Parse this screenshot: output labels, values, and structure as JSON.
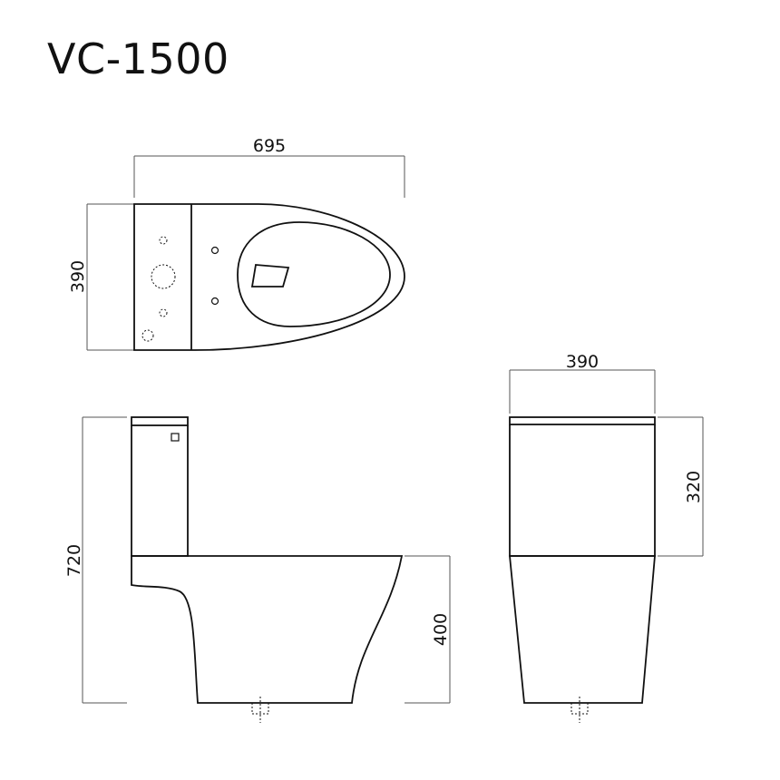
{
  "title": "VC-1500",
  "dimensions": {
    "top_length": "695",
    "top_width": "390",
    "side_height": "720",
    "side_bowl_height": "400",
    "front_width": "390",
    "front_tank_height": "320"
  }
}
